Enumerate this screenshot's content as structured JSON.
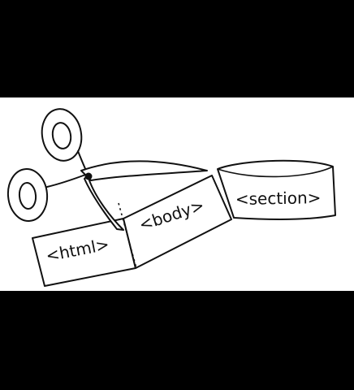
{
  "illustration": {
    "tags": {
      "html": "<html>",
      "body": "<body>",
      "section": "<section>"
    },
    "colors": {
      "background": "#000000",
      "canvas": "#ffffff",
      "ink": "#111111"
    },
    "icons": [
      "scissors-icon",
      "cut-line"
    ]
  }
}
